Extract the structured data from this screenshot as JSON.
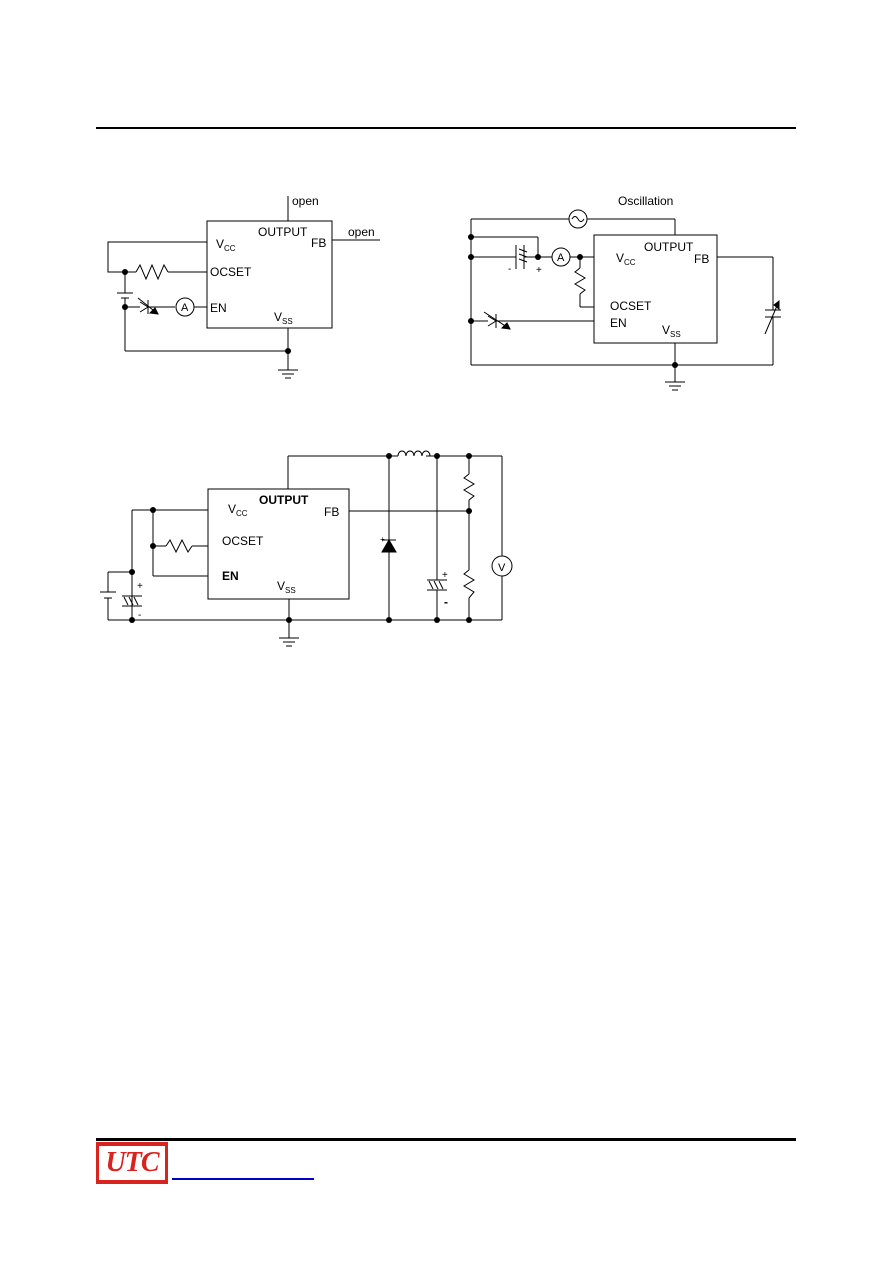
{
  "logo": {
    "text": "UTC",
    "color": "#d8231e"
  },
  "footer": {
    "link_color": "#0000cc"
  },
  "circuit1": {
    "labels": {
      "output": "OUTPUT",
      "fb": "FB",
      "vcc_main": "V",
      "vcc_sub": "CC",
      "ocset": "OCSET",
      "en": "EN",
      "vss_main": "V",
      "vss_sub": "SS",
      "open_top": "open",
      "open_right": "open",
      "ammeter": "A"
    }
  },
  "circuit2": {
    "labels": {
      "title": "Oscillation",
      "output": "OUTPUT",
      "fb": "FB",
      "vcc_main": "V",
      "vcc_sub": "CC",
      "ocset": "OCSET",
      "en": "EN",
      "vss_main": "V",
      "vss_sub": "SS",
      "ammeter": "A",
      "minus": "-",
      "plus": "+"
    }
  },
  "circuit3": {
    "labels": {
      "output": "OUTPUT",
      "fb": "FB",
      "vcc_main": "V",
      "vcc_sub": "CC",
      "ocset": "OCSET",
      "en": "EN",
      "vss_main": "V",
      "vss_sub": "SS",
      "voltmeter": "V",
      "plus_left": "+",
      "minus_left": "-",
      "plus_right": "+",
      "minus_right": "-",
      "diode_plus": "+"
    }
  }
}
